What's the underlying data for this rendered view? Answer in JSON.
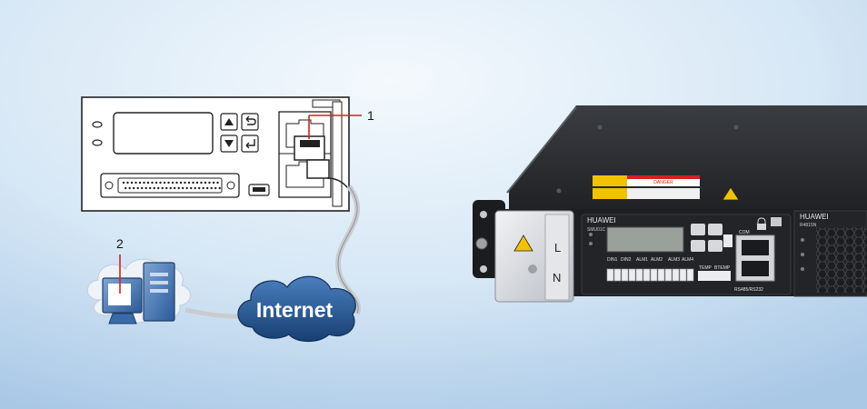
{
  "diagram": {
    "callouts": [
      {
        "id": "1",
        "label": "1"
      },
      {
        "id": "2",
        "label": "2"
      }
    ],
    "network_cloud_label": "Internet"
  },
  "device": {
    "brand": "HUAWEI",
    "smu_model": "SMU01C",
    "rectifier_model": "R4815N",
    "power_labels": {
      "l": "L",
      "n": "N"
    },
    "port_labels": {
      "din1": "DIN1",
      "din2": "DIN2",
      "alm1": "ALM1",
      "alm2": "ALM2",
      "alm3": "ALM3",
      "alm4": "ALM4",
      "temp": "TEMP",
      "btemp": "BTEMP",
      "com": "COM",
      "rs485": "RS485/RS232"
    },
    "warning_label_text": "DANGER"
  },
  "colors": {
    "background_light": "#eef5fb",
    "background_blue": "#a9c8e6",
    "callout_red": "#d62020",
    "cloud_navy": "#1f4e86",
    "device_body": "#2b2d30",
    "warning_yellow": "#f2c200"
  }
}
